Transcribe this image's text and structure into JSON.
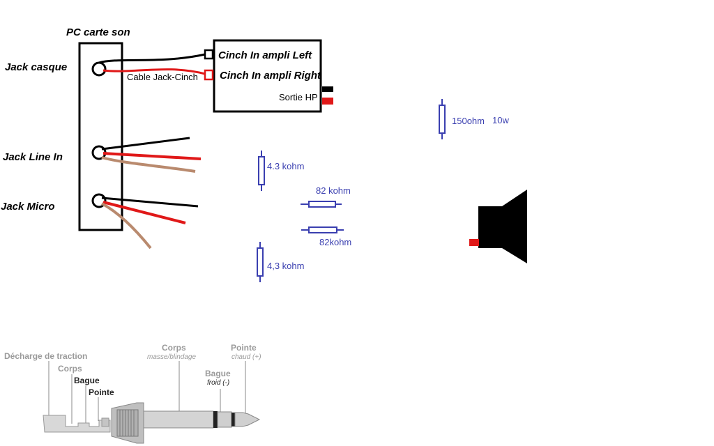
{
  "pc_card": {
    "title": "PC carte son",
    "jacks": [
      "Jack casque",
      "Jack Line In",
      "Jack Micro"
    ]
  },
  "cable_label": "Cable Jack-Cinch",
  "amplifier": {
    "input_left": "Cinch In ampli Left",
    "input_right": "Cinch In ampli Right",
    "output": "Sortie HP"
  },
  "resistors": {
    "r_top": "4.3 kohm",
    "r_bottom": "4,3 kohm",
    "r_series_1": "82 kohm",
    "r_series_2": "82kohm",
    "r_load": "150ohm",
    "r_load_power": "10w"
  },
  "jack_diagram": {
    "labels": {
      "strain_relief": "Décharge de traction",
      "body_left": "Corps",
      "ring_left": "Bague",
      "tip_left": "Pointe",
      "body_right": "Corps",
      "body_right_sub": "masse/blindage",
      "ring_right": "Bague",
      "ring_right_sub": "froid (-)",
      "tip_right": "Pointe",
      "tip_right_sub": "chaud (+)"
    }
  },
  "colors": {
    "wire_black": "#000000",
    "wire_red": "#e01818",
    "wire_brown": "#b98a6e",
    "resistor_blue": "#3a3fb0",
    "connector_red": "#e01818"
  }
}
